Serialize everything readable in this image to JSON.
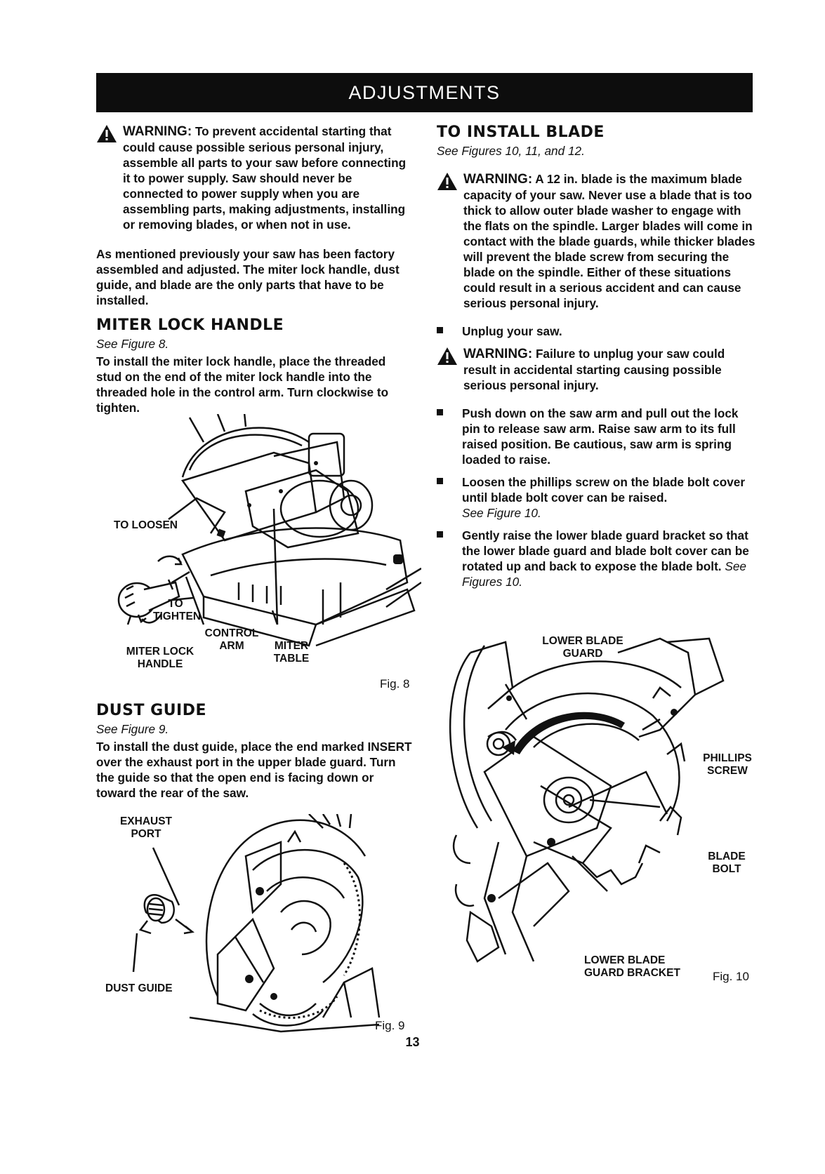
{
  "header": {
    "title": "ADJUSTMENTS"
  },
  "left": {
    "warning": {
      "label": "WARNING:",
      "text": "To prevent accidental starting that could cause possible serious personal injury, assemble all parts to your saw before connecting it to power supply. Saw should never be connected to power supply when you are assembling parts, making adjustments, installing or removing blades, or when not in use."
    },
    "intro": "As mentioned previously your saw has been factory assembled and adjusted. The miter lock handle, dust guide, and blade are the only parts that have to be installed.",
    "miter": {
      "heading": "MITER LOCK HANDLE",
      "see": "See Figure 8.",
      "text": "To install the miter lock handle, place the threaded stud on the end of the miter lock handle into the threaded hole in the control arm. Turn clockwise to tighten."
    },
    "fig8": {
      "to_loosen": "TO LOOSEN",
      "to_tighten": "TO TIGHTEN",
      "control_arm": "CONTROL ARM",
      "miter_lock_handle": "MITER LOCK HANDLE",
      "miter_table": "MITER TABLE",
      "label": "Fig. 8"
    },
    "dust": {
      "heading": "DUST GUIDE",
      "see": "See Figure 9.",
      "text_pre": "To install the dust guide, place the end marked",
      "text_bold": "INSERT",
      "text_post": "over the exhaust port in the upper blade guard. Turn the guide so that the open end is facing down or toward the rear of the saw."
    },
    "fig9": {
      "exhaust_port": "EXHAUST PORT",
      "dust_guide": "DUST GUIDE",
      "label": "Fig. 9"
    }
  },
  "right": {
    "heading": "TO INSTALL BLADE",
    "see": "See Figures 10, 11, and 12.",
    "warning1": {
      "label": "WARNING:",
      "text": "A 12 in. blade is the maximum blade capacity of your saw. Never use a blade that is too thick to allow outer blade washer to engage with the flats on the spindle. Larger blades will come in contact with the blade guards, while thicker blades will prevent the blade screw from securing the blade on the spindle. Either of these situations could result in a serious accident and can cause serious personal injury."
    },
    "bullet1": "Unplug your saw.",
    "warning2": {
      "label": "WARNING:",
      "text": "Failure to unplug your saw could result in accidental starting causing possible serious personal injury."
    },
    "bullets": [
      {
        "text": "Push down on the saw arm and pull out the lock pin to release saw arm. Raise saw arm to its full raised position. Be cautious, saw arm is spring loaded to raise.",
        "see": ""
      },
      {
        "text": "Loosen the phillips screw on the blade bolt cover until blade bolt cover can be raised.",
        "see": "See Figure 10."
      },
      {
        "text": "Gently raise the lower blade guard bracket so that the lower blade guard and blade bolt cover can be rotated up and back to expose the blade bolt.",
        "see": "See Figures 10."
      }
    ],
    "fig10": {
      "lower_blade_guard": "LOWER BLADE GUARD",
      "phillips_screw": "PHILLIPS SCREW",
      "blade_bolt": "BLADE BOLT",
      "lower_blade_guard_bracket": "LOWER BLADE GUARD BRACKET",
      "label": "Fig. 10"
    }
  },
  "page_number": "13"
}
